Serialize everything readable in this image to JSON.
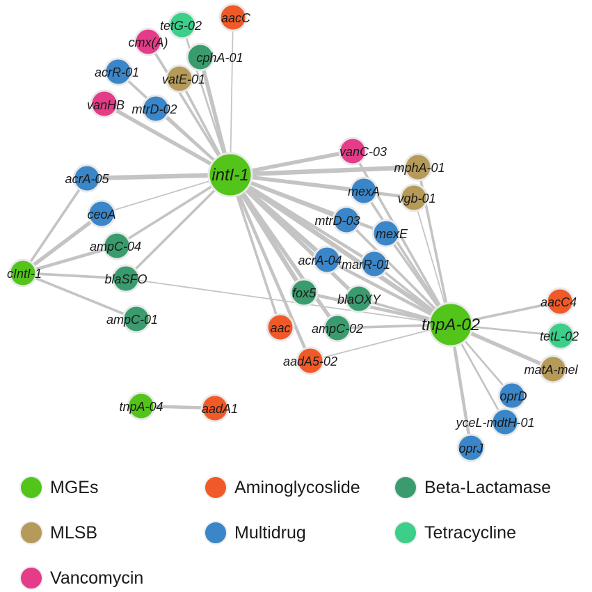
{
  "network": {
    "nodes": [
      {
        "id": "intI-1",
        "category": "MGEs"
      },
      {
        "id": "tnpA-02",
        "category": "MGEs"
      },
      {
        "id": "cIntI-1",
        "category": "MGEs"
      },
      {
        "id": "tnpA-04",
        "category": "MGEs"
      },
      {
        "id": "aadA1",
        "category": "Aminoglycoslide"
      },
      {
        "id": "aacC",
        "category": "Aminoglycoslide"
      },
      {
        "id": "aac",
        "category": "Aminoglycoslide"
      },
      {
        "id": "aadA5-02",
        "category": "Aminoglycoslide"
      },
      {
        "id": "aacC4",
        "category": "Aminoglycoslide"
      },
      {
        "id": "tetG-02",
        "category": "Tetracycline"
      },
      {
        "id": "tetL-02",
        "category": "Tetracycline"
      },
      {
        "id": "cmx(A)",
        "category": "Vancomycin"
      },
      {
        "id": "vanHB",
        "category": "Vancomycin"
      },
      {
        "id": "vanC-03",
        "category": "Vancomycin"
      },
      {
        "id": "cphA-01",
        "category": "Beta-Lactamase"
      },
      {
        "id": "ampC-04",
        "category": "Beta-Lactamase"
      },
      {
        "id": "blaSFO",
        "category": "Beta-Lactamase"
      },
      {
        "id": "ampC-01",
        "category": "Beta-Lactamase"
      },
      {
        "id": "fox5",
        "category": "Beta-Lactamase"
      },
      {
        "id": "blaOXY",
        "category": "Beta-Lactamase"
      },
      {
        "id": "ampC-02",
        "category": "Beta-Lactamase"
      },
      {
        "id": "vatE-01",
        "category": "MLSB"
      },
      {
        "id": "mphA-01",
        "category": "MLSB"
      },
      {
        "id": "vgb-01",
        "category": "MLSB"
      },
      {
        "id": "matA-mel",
        "category": "MLSB"
      },
      {
        "id": "acrR-01",
        "category": "Multidrug"
      },
      {
        "id": "mtrD-02",
        "category": "Multidrug"
      },
      {
        "id": "acrA-05",
        "category": "Multidrug"
      },
      {
        "id": "ceoA",
        "category": "Multidrug"
      },
      {
        "id": "mexA",
        "category": "Multidrug"
      },
      {
        "id": "mtrD-03",
        "category": "Multidrug"
      },
      {
        "id": "mexE",
        "category": "Multidrug"
      },
      {
        "id": "acrA-04",
        "category": "Multidrug"
      },
      {
        "id": "marR-01",
        "category": "Multidrug"
      },
      {
        "id": "oprD",
        "category": "Multidrug"
      },
      {
        "id": "yceL-mdtH-01",
        "category": "Multidrug"
      },
      {
        "id": "oprJ",
        "category": "Multidrug"
      }
    ],
    "edges": [
      {
        "source": "intI-1",
        "target": "tetG-02",
        "weight": 2
      },
      {
        "source": "intI-1",
        "target": "aacC",
        "weight": 1
      },
      {
        "source": "intI-1",
        "target": "cmx(A)",
        "weight": 3
      },
      {
        "source": "intI-1",
        "target": "cphA-01",
        "weight": 5
      },
      {
        "source": "intI-1",
        "target": "acrR-01",
        "weight": 3
      },
      {
        "source": "intI-1",
        "target": "vatE-01",
        "weight": 3
      },
      {
        "source": "intI-1",
        "target": "vanHB",
        "weight": 5
      },
      {
        "source": "intI-1",
        "target": "mtrD-02",
        "weight": 3
      },
      {
        "source": "intI-1",
        "target": "vanC-03",
        "weight": 5
      },
      {
        "source": "intI-1",
        "target": "mphA-01",
        "weight": 6
      },
      {
        "source": "intI-1",
        "target": "acrA-05",
        "weight": 6
      },
      {
        "source": "intI-1",
        "target": "mexA",
        "weight": 5
      },
      {
        "source": "intI-1",
        "target": "vgb-01",
        "weight": 4
      },
      {
        "source": "intI-1",
        "target": "ceoA",
        "weight": 1
      },
      {
        "source": "intI-1",
        "target": "mtrD-03",
        "weight": 5
      },
      {
        "source": "intI-1",
        "target": "mexE",
        "weight": 4
      },
      {
        "source": "intI-1",
        "target": "ampC-04",
        "weight": 3
      },
      {
        "source": "intI-1",
        "target": "acrA-04",
        "weight": 6
      },
      {
        "source": "intI-1",
        "target": "marR-01",
        "weight": 4
      },
      {
        "source": "intI-1",
        "target": "blaSFO",
        "weight": 3
      },
      {
        "source": "intI-1",
        "target": "fox5",
        "weight": 6
      },
      {
        "source": "intI-1",
        "target": "blaOXY",
        "weight": 5
      },
      {
        "source": "intI-1",
        "target": "aac",
        "weight": 3
      },
      {
        "source": "intI-1",
        "target": "ampC-02",
        "weight": 5
      },
      {
        "source": "intI-1",
        "target": "aadA5-02",
        "weight": 4
      },
      {
        "source": "intI-1",
        "target": "tnpA-02",
        "weight": 6
      },
      {
        "source": "tnpA-02",
        "target": "vanC-03",
        "weight": 3
      },
      {
        "source": "tnpA-02",
        "target": "mphA-01",
        "weight": 3
      },
      {
        "source": "tnpA-02",
        "target": "vgb-01",
        "weight": 1
      },
      {
        "source": "tnpA-02",
        "target": "mexA",
        "weight": 3
      },
      {
        "source": "tnpA-02",
        "target": "mtrD-03",
        "weight": 3
      },
      {
        "source": "tnpA-02",
        "target": "mexE",
        "weight": 3
      },
      {
        "source": "tnpA-02",
        "target": "acrA-04",
        "weight": 4
      },
      {
        "source": "tnpA-02",
        "target": "marR-01",
        "weight": 3
      },
      {
        "source": "tnpA-02",
        "target": "fox5",
        "weight": 4
      },
      {
        "source": "tnpA-02",
        "target": "blaOXY",
        "weight": 3
      },
      {
        "source": "tnpA-02",
        "target": "ampC-02",
        "weight": 3
      },
      {
        "source": "tnpA-02",
        "target": "aadA5-02",
        "weight": 1
      },
      {
        "source": "tnpA-02",
        "target": "blaSFO",
        "weight": 1
      },
      {
        "source": "tnpA-02",
        "target": "aacC4",
        "weight": 3
      },
      {
        "source": "tnpA-02",
        "target": "tetL-02",
        "weight": 2
      },
      {
        "source": "tnpA-02",
        "target": "matA-mel",
        "weight": 5
      },
      {
        "source": "tnpA-02",
        "target": "oprD",
        "weight": 2
      },
      {
        "source": "tnpA-02",
        "target": "yceL-mdtH-01",
        "weight": 2
      },
      {
        "source": "tnpA-02",
        "target": "oprJ",
        "weight": 4
      },
      {
        "source": "cIntI-1",
        "target": "acrA-05",
        "weight": 3
      },
      {
        "source": "cIntI-1",
        "target": "ceoA",
        "weight": 5
      },
      {
        "source": "cIntI-1",
        "target": "ampC-04",
        "weight": 4
      },
      {
        "source": "cIntI-1",
        "target": "blaSFO",
        "weight": 3
      },
      {
        "source": "cIntI-1",
        "target": "ampC-01",
        "weight": 3
      },
      {
        "source": "tnpA-04",
        "target": "aadA1",
        "weight": 4
      }
    ]
  },
  "legend": {
    "items": [
      {
        "label": "MGEs",
        "color": "#52c41a"
      },
      {
        "label": "Aminoglycoslide",
        "color": "#f05a28"
      },
      {
        "label": "Beta-Lactamase",
        "color": "#3a9b6e"
      },
      {
        "label": "MLSB",
        "color": "#b59a5a"
      },
      {
        "label": "Multidrug",
        "color": "#3a86c8"
      },
      {
        "label": "Tetracycline",
        "color": "#3ccf8a"
      },
      {
        "label": "Vancomycin",
        "color": "#e43c88"
      }
    ]
  },
  "colors": {
    "MGEs": "#52c41a",
    "Aminoglycoslide": "#f05a28",
    "Beta-Lactamase": "#3a9b6e",
    "MLSB": "#b59a5a",
    "Multidrug": "#3a86c8",
    "Tetracycline": "#3ccf8a",
    "Vancomycin": "#e43c88",
    "edge": "#c4c4c4"
  }
}
